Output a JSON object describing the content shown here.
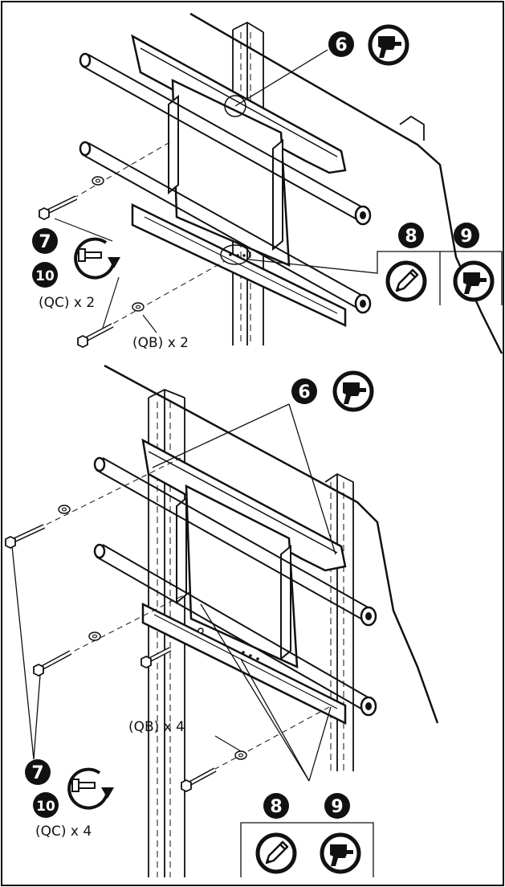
{
  "colors": {
    "ink": "#111111",
    "paper": "#ffffff",
    "grey": "#bdbdbd"
  },
  "icons": [
    "drill-icon",
    "pencil-icon",
    "wrench-rotate-icon"
  ],
  "top": {
    "steps": {
      "s6": "6",
      "s7": "7",
      "s8": "8",
      "s9": "9",
      "s10": "10"
    },
    "labels": {
      "qc": "(QC) x 2",
      "qb": "(QB) x 2"
    }
  },
  "bottom": {
    "steps": {
      "s6": "6",
      "s7": "7",
      "s8": "8",
      "s9": "9",
      "s10": "10"
    },
    "labels": {
      "qc": "(QC) x 4",
      "qb": "(QB) x 4"
    }
  }
}
